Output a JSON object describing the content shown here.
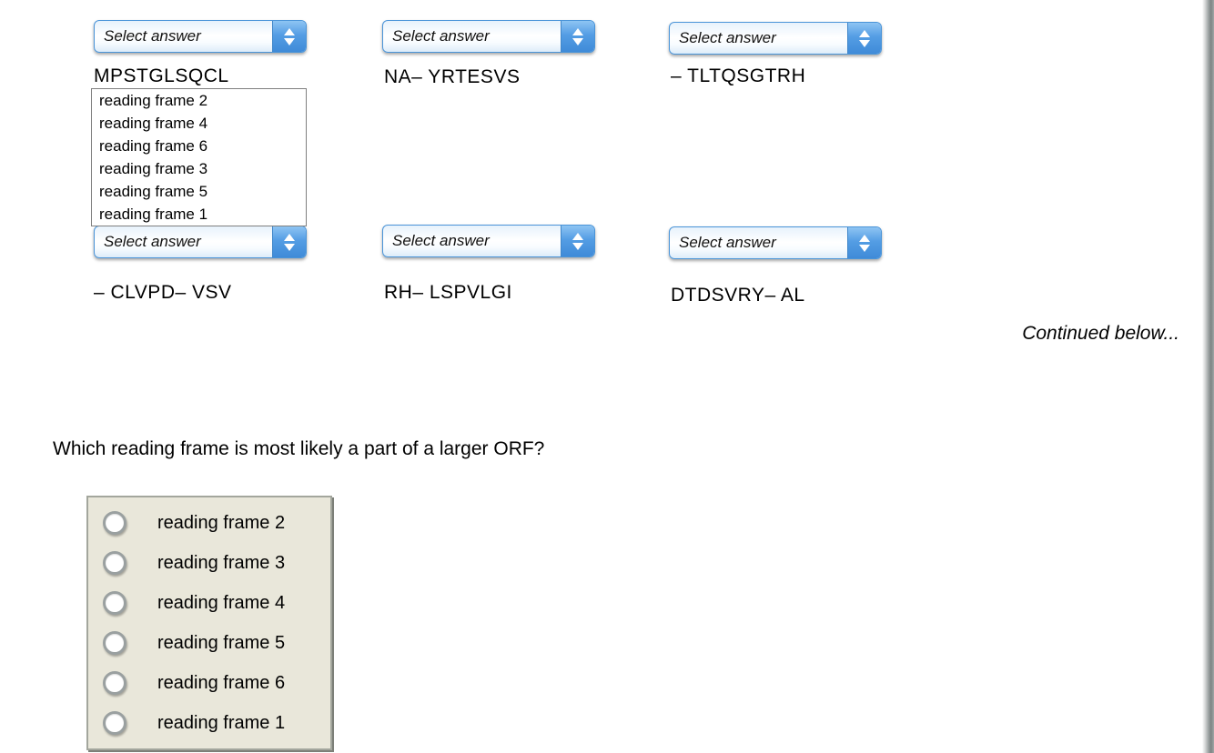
{
  "dropdowns": {
    "placeholder": "Select answer",
    "cells": [
      {
        "sequence": "MPSTGLSQCL"
      },
      {
        "sequence": "NA– YRTESVS"
      },
      {
        "sequence": "– TLTQSGTRH"
      },
      {
        "sequence": "– CLVPD– VSV"
      },
      {
        "sequence": "RH– LSPVLGI"
      },
      {
        "sequence": "DTDSVRY– AL"
      }
    ]
  },
  "open_list": {
    "options": [
      "reading frame 2",
      "reading frame 4",
      "reading frame 6",
      "reading frame 3",
      "reading frame 5",
      "reading frame 1"
    ]
  },
  "continued_note": "Continued below...",
  "question": {
    "text": "Which reading frame is most likely a part of a larger ORF?",
    "options": [
      "reading frame 2",
      "reading frame 3",
      "reading frame 4",
      "reading frame 5",
      "reading frame 6",
      "reading frame 1"
    ]
  },
  "colors": {
    "dropdown_border": "#4a94d8",
    "dropdown_button_blue": "#4791dc",
    "radio_box_background": "#e9e7da",
    "text": "#000000"
  }
}
